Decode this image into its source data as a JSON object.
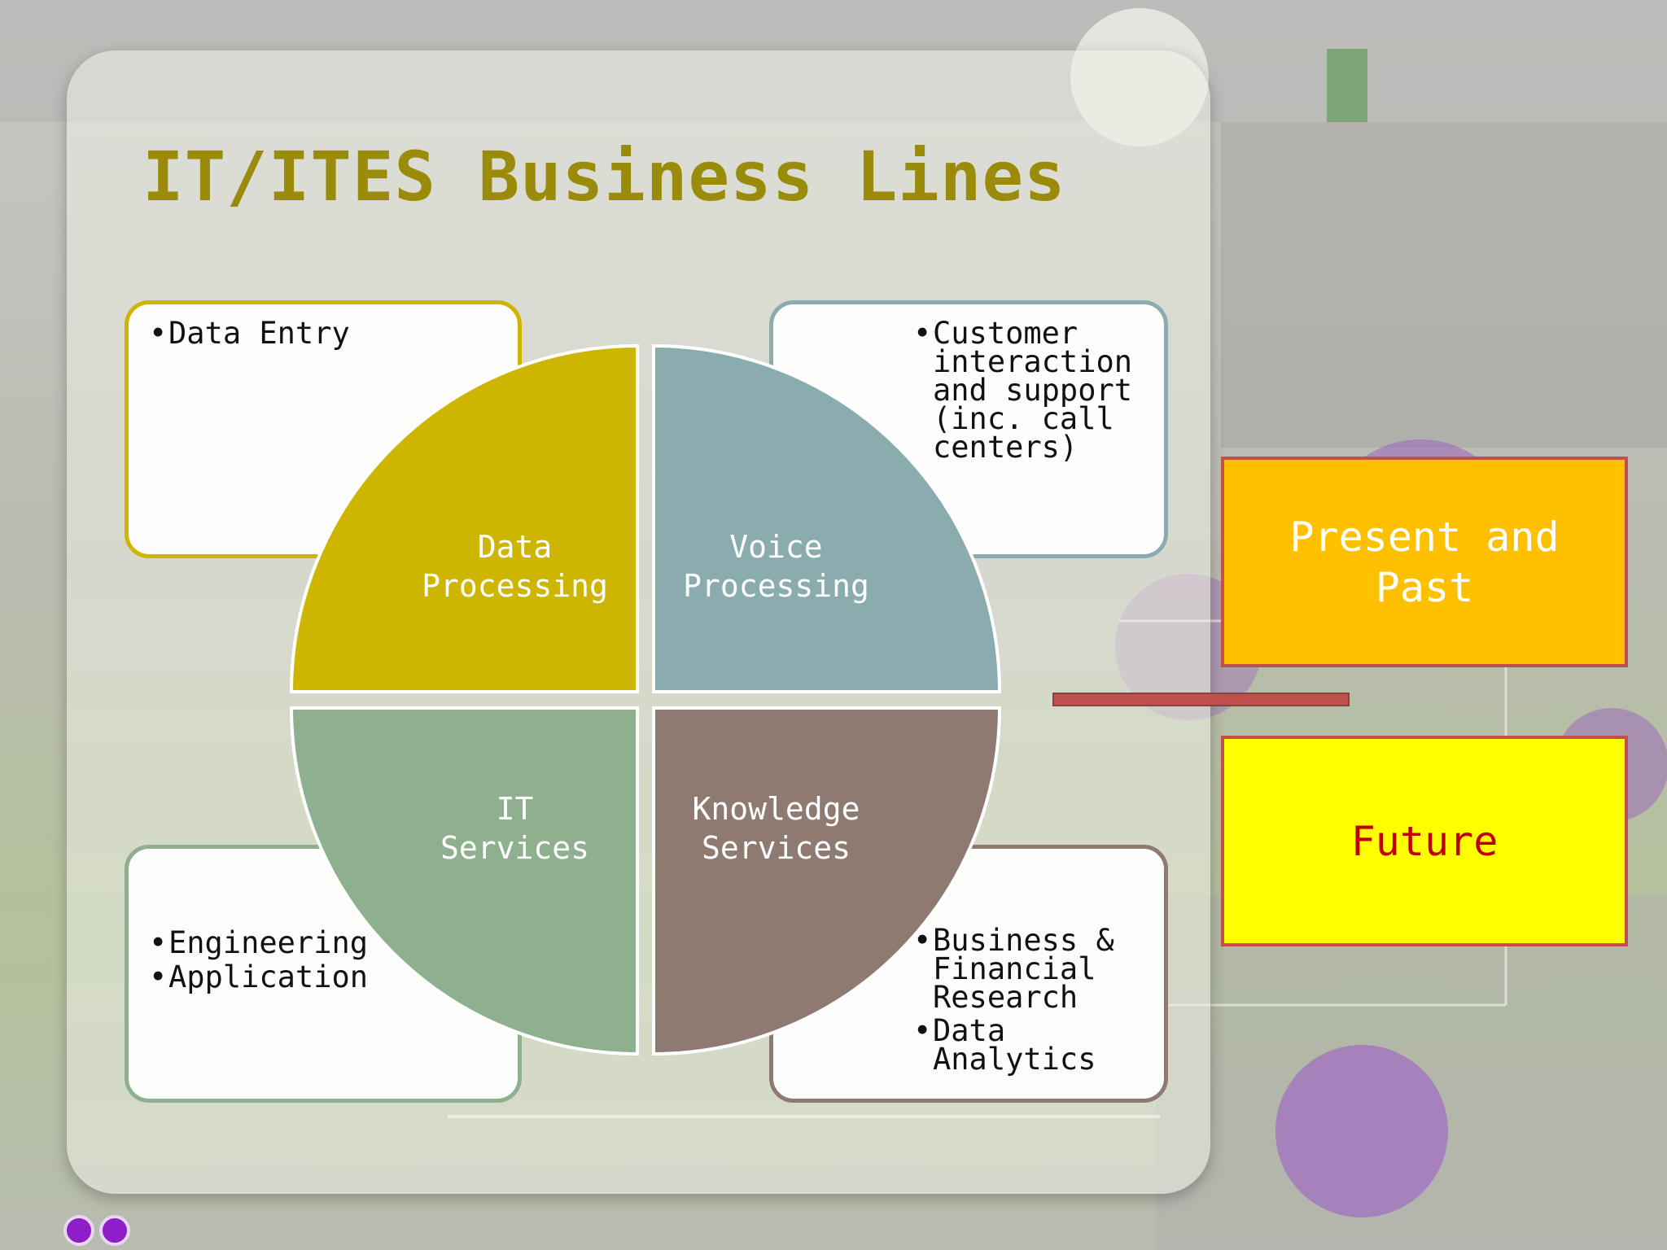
{
  "slide": {
    "title": "IT/ITES Business Lines",
    "quadrants": [
      {
        "label": "Data Processing",
        "label_lines": [
          "Data",
          "Processing"
        ],
        "color": "#cdb500",
        "items": [
          "Data Entry"
        ]
      },
      {
        "label": "Voice Processing",
        "label_lines": [
          "Voice",
          "Processing"
        ],
        "color": "#8aacae",
        "items": [
          "Customer interaction and support (inc. call centers)"
        ],
        "item_lines": [
          [
            "Customer",
            "interaction",
            "and support",
            "(inc. call",
            "centers)"
          ]
        ]
      },
      {
        "label": "IT Services",
        "label_lines": [
          "IT",
          "Services"
        ],
        "color": "#8fb08e",
        "items": [
          "Engineering",
          "Application"
        ]
      },
      {
        "label": "Knowledge Services",
        "label_lines": [
          "Knowledge",
          "Services"
        ],
        "color": "#8e7a70",
        "items": [
          "Business & Financial Research",
          "Data Analytics"
        ],
        "item_lines": [
          [
            "Business &",
            "Financial",
            "Research"
          ],
          [
            "Data",
            "Analytics"
          ]
        ]
      }
    ],
    "present_box": {
      "label_lines": [
        "Present and",
        "Past"
      ],
      "fill": "#ffc000",
      "text_color": "#ffffff"
    },
    "future_box": {
      "label": "Future",
      "fill": "#ffff00",
      "text_color": "#c00000"
    },
    "connector_color": "#c0504d",
    "nav_dots": {
      "color": "#8e1ec8",
      "count": 2
    }
  }
}
